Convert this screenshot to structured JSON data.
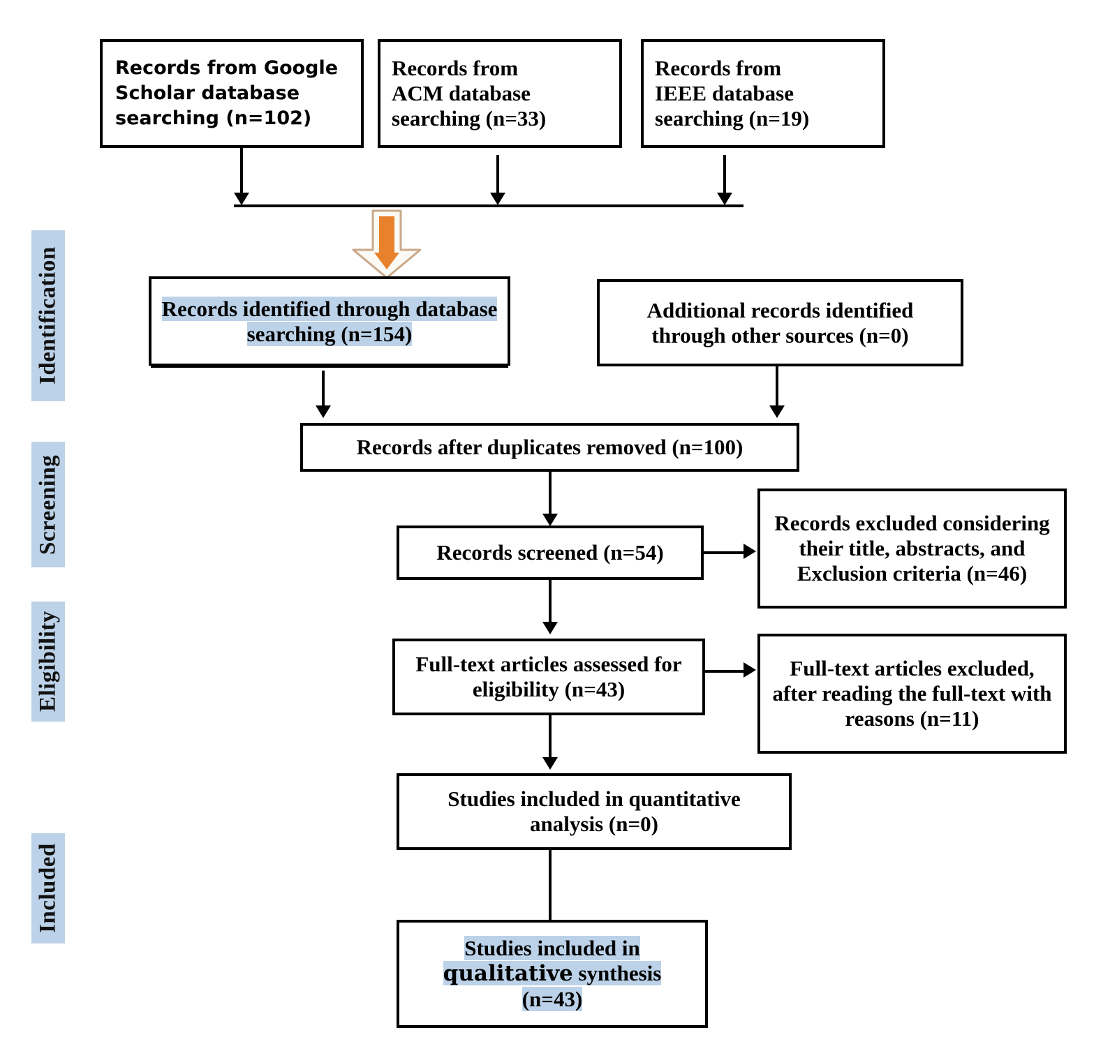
{
  "diagram": {
    "title": "PRISMA flow diagram",
    "colors": {
      "stage_label_bg": "#bcd2e8",
      "highlight_bg": "#bcd2e8",
      "orange_accent": "#e8812c",
      "block_arrow_outline": "#c9a98a",
      "block_arrow_fill": "#fbf9f4",
      "line": "#000000"
    }
  },
  "stages": [
    {
      "id": "identification",
      "label": "Identification"
    },
    {
      "id": "screening",
      "label": "Screening"
    },
    {
      "id": "eligibility",
      "label": "Eligibility"
    },
    {
      "id": "included",
      "label": "Included"
    }
  ],
  "sources": [
    {
      "id": "google-scholar",
      "text": "Records from Google Scholar database searching (n=102)",
      "n": 102
    },
    {
      "id": "acm",
      "text": "Records from\nACM database\nsearching (n=33)",
      "n": 33
    },
    {
      "id": "ieee",
      "text": "Records from\nIEEE database\nsearching (n=19)",
      "n": 19
    }
  ],
  "nodes": {
    "identified_database": {
      "text": "Records identified through database searching (n=154)",
      "n": 154,
      "highlighted": true
    },
    "additional_records": {
      "text": "Additional records identified through other sources (n=0)",
      "n": 0,
      "highlighted": false
    },
    "duplicates_removed": {
      "text": "Records after duplicates removed (n=100)",
      "n": 100
    },
    "records_screened": {
      "text": "Records screened (n=54)",
      "n": 54
    },
    "records_excluded": {
      "text": "Records excluded considering their title, abstracts, and Exclusion criteria (n=46)",
      "n": 46
    },
    "fulltext_assessed": {
      "text": "Full-text articles assessed for eligibility (n=43)",
      "n": 43
    },
    "fulltext_excluded": {
      "text": "Full-text articles excluded, after reading the full-text with reasons (n=11)",
      "n": 11
    },
    "quantitative": {
      "text": "Studies included in quantitative analysis (n=0)",
      "n": 0
    },
    "qualitative": {
      "line1": "Studies included in",
      "line2_strong": "qualitative",
      "line2_rest": " synthesis",
      "line3": "(n=43)",
      "n": 43,
      "highlighted": true
    }
  }
}
